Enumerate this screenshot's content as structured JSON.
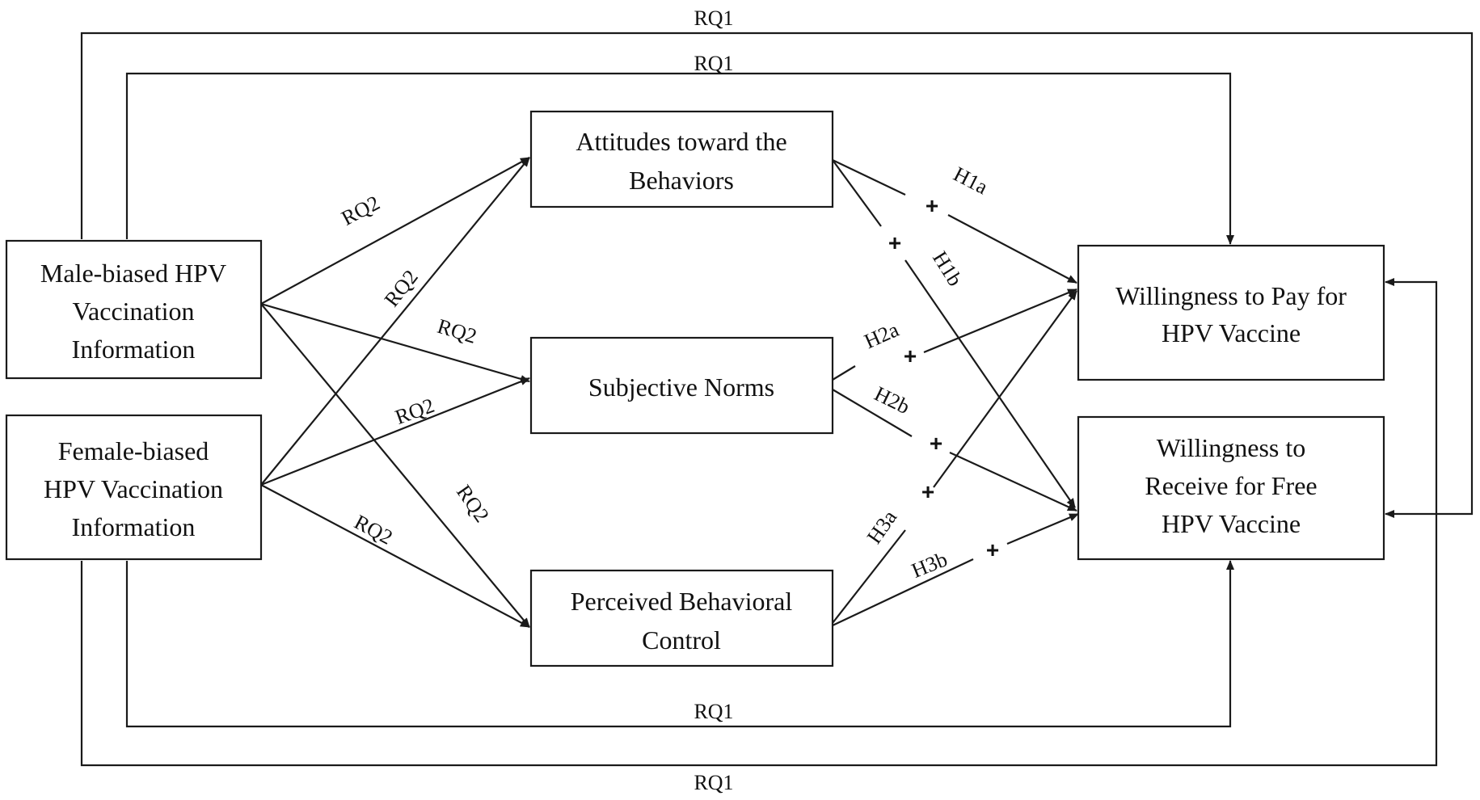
{
  "nodes": {
    "male": {
      "lines": [
        "Male-biased HPV",
        "Vaccination",
        "Information"
      ]
    },
    "female": {
      "lines": [
        "Female-biased",
        "HPV Vaccination",
        "Information"
      ]
    },
    "att": {
      "lines": [
        "Attitudes toward the",
        "Behaviors"
      ]
    },
    "sn": {
      "lines": [
        "Subjective Norms"
      ]
    },
    "pbc": {
      "lines": [
        "Perceived Behavioral",
        "Control"
      ]
    },
    "pay": {
      "lines": [
        "Willingness to Pay for",
        "HPV Vaccine"
      ]
    },
    "free": {
      "lines": [
        "Willingness to",
        "Receive for Free",
        "HPV Vaccine"
      ]
    }
  },
  "labels": {
    "rq1": "RQ1",
    "rq2": "RQ2",
    "plus": "+",
    "h1a": "H1a",
    "h1b": "H1b",
    "h2a": "H2a",
    "h2b": "H2b",
    "h3a": "H3a",
    "h3b": "H3b"
  }
}
